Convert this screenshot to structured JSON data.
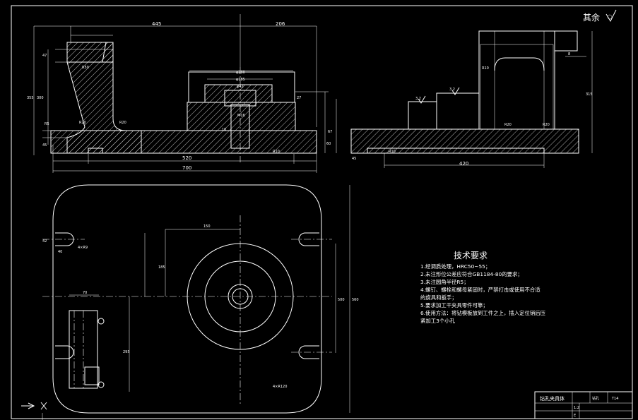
{
  "surface_roughness": "其余",
  "dimensions": {
    "front": {
      "width_left": "445",
      "width_right": "206",
      "d280": "φ280",
      "d185": "φ185",
      "d42": "φ42",
      "h27": "27",
      "h60": "60",
      "h47": "47",
      "h67": "67",
      "h355": "355",
      "h300": "300",
      "r50": "R50",
      "r20a": "R20",
      "r20b": "R20",
      "r10": "R10",
      "p520": "520",
      "p700": "700",
      "h45": "45",
      "r5": "R5",
      "len": "16",
      "m16": "M16"
    },
    "side": {
      "r10": "R10",
      "r10b": "R10",
      "r20": "R20",
      "r20b": "R20",
      "dim420": "420",
      "h315": "315",
      "dim8": "8",
      "rough32a": "3.2",
      "rough32b": "3.2",
      "n45": "45"
    },
    "plan": {
      "d150": "150",
      "d185": "185",
      "d70": "70",
      "d500": "500",
      "d560": "560",
      "d295": "295",
      "r120": "4×R120",
      "r9": "4×R9",
      "d40": "40",
      "d42": "42"
    }
  },
  "technical_requirements": {
    "title": "技术要求",
    "items": [
      "1.经调质处理，HRC50~55；",
      "2.未注形位公差应符合GB1184-80的要求；",
      "3.未注圆角半径R5；",
      "4.螺钉、螺栓和螺母紧固时，严禁打击或使用不合适",
      "的旋具和扳手；",
      "5.要求加工干夹具零件可靠；",
      "6.使用方法：将钻模板放到工件之上，插入定位销后压",
      "紧加工3个小孔"
    ]
  },
  "title_block": {
    "name": "钻孔夹具体",
    "scale": "1:2",
    "sheet": "钻孔",
    "material": "T14",
    "code": "E"
  }
}
